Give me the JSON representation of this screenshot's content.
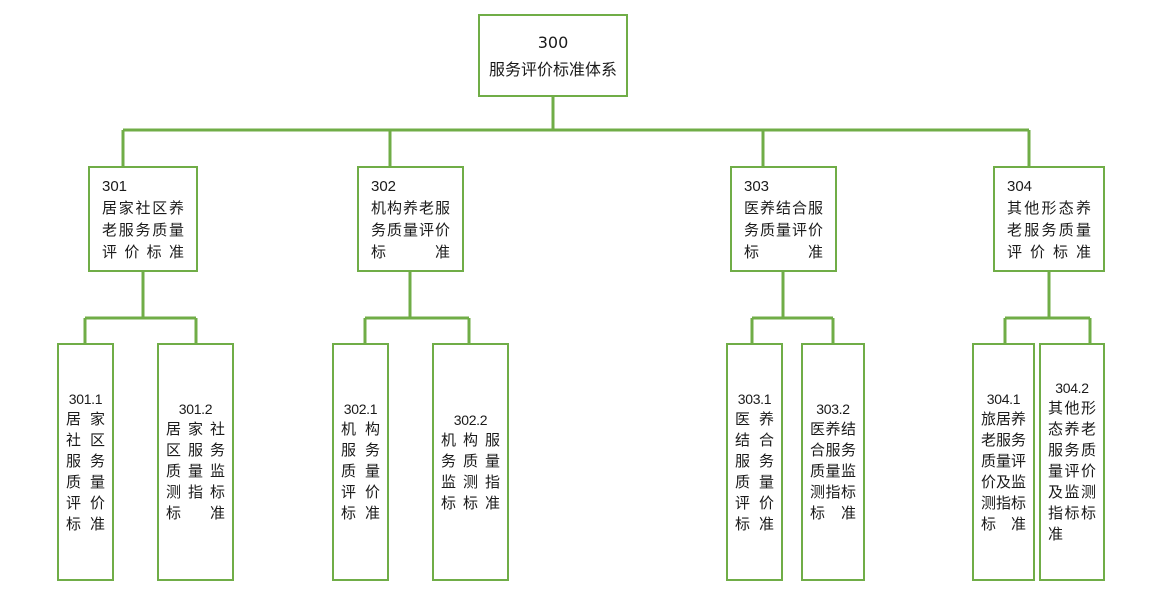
{
  "diagram": {
    "title": "300 服务评价标准体系",
    "accent_color": "#70AD47",
    "background_color": "#FFFFFF",
    "text_color": "#1A1A1A"
  },
  "root": {
    "code": "300",
    "label": "服务评价",
    "label_line2": "标准体系",
    "full_label": "300 服务评价标准体系"
  },
  "level2": [
    {
      "code": "301",
      "label": "居家社区养老服务质量评价标准"
    },
    {
      "code": "302",
      "label": "机构养老服务质量评价标准"
    },
    {
      "code": "303",
      "label": "医养结合服务质量评价标准"
    },
    {
      "code": "304",
      "label": "其他形态养老服务质量评价标准"
    }
  ],
  "level3": [
    {
      "code": "301.1",
      "label": "居家社区服务质量评价标准"
    },
    {
      "code": "301.2",
      "label": "居家社区服务质量监测指标标准"
    },
    {
      "code": "302.1",
      "label": "机构服务质量评价标准"
    },
    {
      "code": "302.2",
      "label": "机构服务质量监测指标标准"
    },
    {
      "code": "303.1",
      "label": "医养结合服务质量评价标准"
    },
    {
      "code": "303.2",
      "label": "医养结合服务质量监测指标标准"
    },
    {
      "code": "304.1",
      "label": "旅居养老服务质量评价及监测指标标准"
    },
    {
      "code": "304.2",
      "label": "其他形态养老服务质量评价及监测指标标准"
    }
  ]
}
